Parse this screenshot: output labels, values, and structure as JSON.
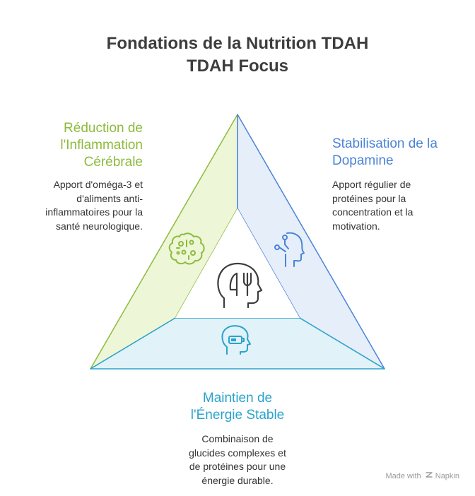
{
  "title": {
    "line1": "Fondations de la Nutrition TDAH",
    "line2": "TDAH Focus"
  },
  "sections": {
    "left": {
      "heading_lines": [
        "Réduction de",
        "l'Inflammation",
        "Cérébrale"
      ],
      "desc_lines": [
        "Apport d'oméga-3 et",
        "d'aliments anti-",
        "inflammatoires pour la",
        "santé neurologique."
      ],
      "color": "#8dbb3c",
      "fill": "#eef6d8",
      "icon": "brain-icon"
    },
    "right": {
      "heading_lines": [
        "Stabilisation de la",
        "Dopamine"
      ],
      "desc_lines": [
        "Apport régulier de",
        "protéines pour la",
        "concentration et la",
        "motivation."
      ],
      "color": "#4a84d6",
      "fill": "#e6eefa",
      "icon": "head-neurons-icon"
    },
    "bottom": {
      "heading_lines": [
        "Maintien de",
        "l'Énergie Stable"
      ],
      "desc_lines": [
        "Combinaison de",
        "glucides complexes et",
        "de protéines pour une",
        "énergie durable."
      ],
      "color": "#2aa3cc",
      "fill": "#e1f2f9",
      "icon": "head-battery-icon"
    },
    "center": {
      "icon": "head-fork-knife-icon",
      "color": "#3d3d3d"
    }
  },
  "footer": {
    "label": "Made with",
    "brand": "Napkin"
  }
}
